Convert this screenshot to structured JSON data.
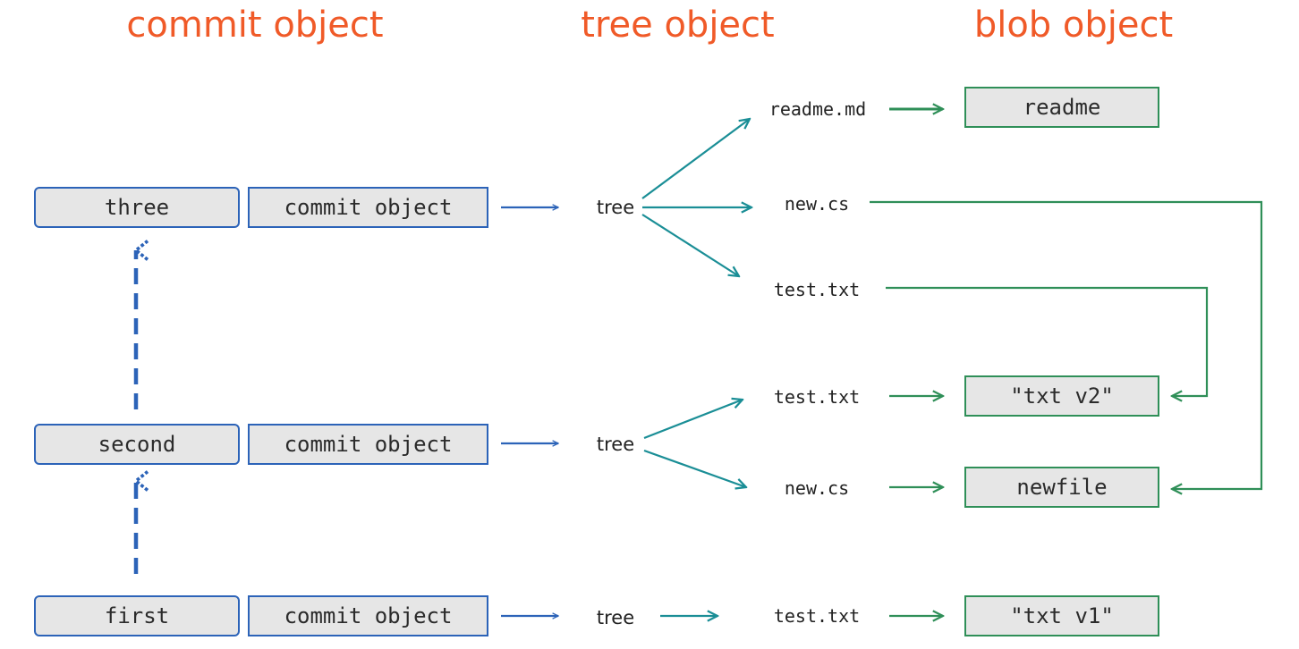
{
  "columns": {
    "commit": "commit object",
    "tree": "tree object",
    "blob": "blob object"
  },
  "commits": {
    "three": {
      "name": "three",
      "type": "commit object"
    },
    "second": {
      "name": "second",
      "type": "commit object"
    },
    "first": {
      "name": "first",
      "type": "commit object"
    }
  },
  "trees": {
    "three": "tree",
    "second": "tree",
    "first": "tree"
  },
  "entries": {
    "three_readme": "readme.md",
    "three_newcs": "new.cs",
    "three_test": "test.txt",
    "second_test": "test.txt",
    "second_newcs": "new.cs",
    "first_test": "test.txt"
  },
  "blobs": {
    "readme": "readme",
    "txt_v2": "\"txt v2\"",
    "newfile": "newfile",
    "txt_v1": "\"txt v1\""
  },
  "colors": {
    "title": "#f05a28",
    "commit_arrow": "#2c63b8",
    "tree_arrow": "#1a8e96",
    "blob_arrow": "#2f8f58",
    "box_fill": "#e6e6e6"
  }
}
